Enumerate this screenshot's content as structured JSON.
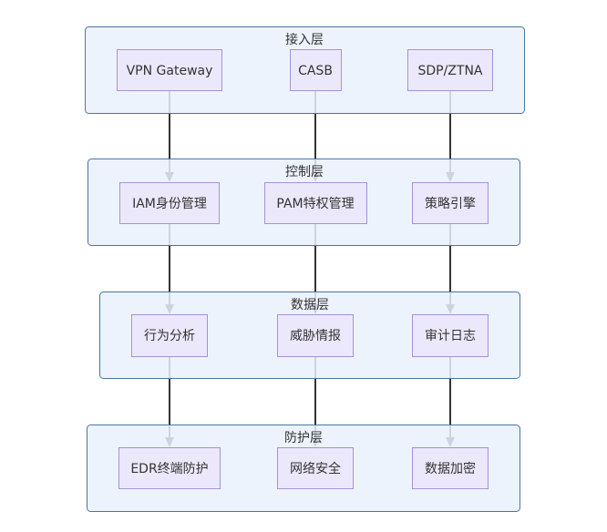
{
  "layers": [
    {
      "title": "接入层",
      "nodes": [
        {
          "label": "VPN Gateway"
        },
        {
          "label": "CASB"
        },
        {
          "label": "SDP/ZTNA"
        }
      ]
    },
    {
      "title": "控制层",
      "nodes": [
        {
          "label": "IAM身份管理"
        },
        {
          "label": "PAM特权管理"
        },
        {
          "label": "策略引擎"
        }
      ]
    },
    {
      "title": "数据层",
      "nodes": [
        {
          "label": "行为分析"
        },
        {
          "label": "威胁情报"
        },
        {
          "label": "审计日志"
        }
      ]
    },
    {
      "title": "防护层",
      "nodes": [
        {
          "label": "EDR终端防护"
        },
        {
          "label": "网络安全"
        },
        {
          "label": "数据加密"
        }
      ]
    }
  ],
  "edges": [
    {
      "from": "VPN Gateway",
      "to": "IAM身份管理"
    },
    {
      "from": "CASB",
      "to": "PAM特权管理"
    },
    {
      "from": "SDP/ZTNA",
      "to": "策略引擎"
    },
    {
      "from": "IAM身份管理",
      "to": "行为分析"
    },
    {
      "from": "PAM特权管理",
      "to": "威胁情报"
    },
    {
      "from": "策略引擎",
      "to": "审计日志"
    },
    {
      "from": "行为分析",
      "to": "EDR终端防护"
    },
    {
      "from": "威胁情报",
      "to": "网络安全"
    },
    {
      "from": "审计日志",
      "to": "数据加密"
    }
  ]
}
